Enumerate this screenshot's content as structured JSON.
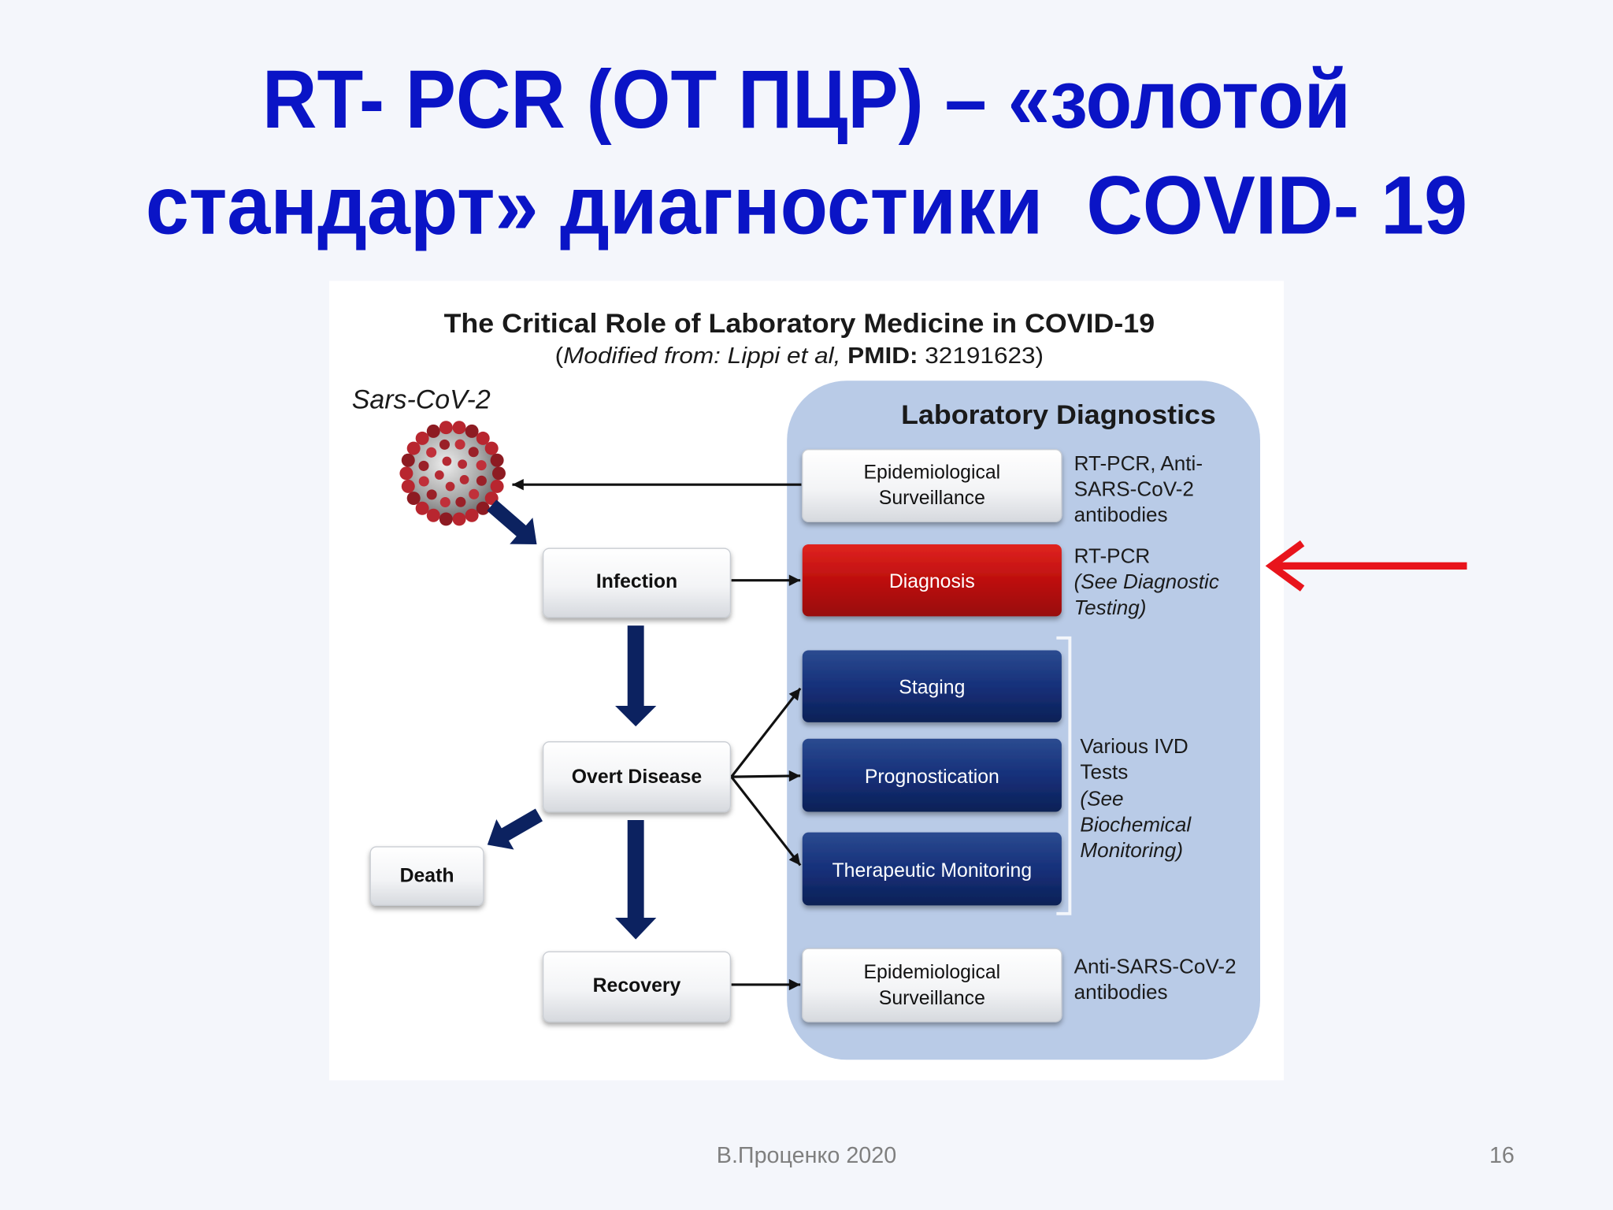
{
  "slide": {
    "title": [
      "RT- PCR (ОТ ПЦР) – «золотой",
      "стандарт» диагностики  COVID- 19"
    ],
    "footer_author": "В.Проценко 2020",
    "page_number": "16",
    "colors": {
      "title": "#0a14c6",
      "highlight_arrow": "#e8141c",
      "background": "#f4f6fb"
    }
  },
  "figure": {
    "title": "The Critical Role of Laboratory Medicine in COVID-19",
    "source": {
      "open": "(",
      "italic": "Modified from: Lippi et al,",
      "bold_label": "PMID:",
      "value": "32191623)"
    },
    "pathogen_label": "Sars-CoV-2",
    "course": {
      "infection": "Infection",
      "overt_disease": "Overt Disease",
      "death": "Death",
      "recovery": "Recovery"
    },
    "lab_panel": {
      "title": "Laboratory Diagnostics",
      "surveillance_early": [
        "Epidemiological",
        "Surveillance"
      ],
      "diagnosis": "Diagnosis",
      "staging": "Staging",
      "prognostication": "Prognostication",
      "therapeutic_monitoring": "Therapeutic Monitoring",
      "surveillance_late": [
        "Epidemiological",
        "Surveillance"
      ]
    },
    "notes": {
      "surveillance_early": [
        "RT-PCR, Anti-",
        "SARS-CoV-2",
        "antibodies"
      ],
      "diagnosis": {
        "plain": "RT-PCR",
        "italic": [
          "(See Diagnostic",
          "Testing)"
        ]
      },
      "monitoring": {
        "plain": [
          "Various IVD",
          "Tests"
        ],
        "italic": [
          "(See",
          "Biochemical",
          "Monitoring)"
        ]
      },
      "surveillance_late": [
        "Anti-SARS-CoV-2",
        "antibodies"
      ]
    },
    "colors": {
      "lab_panel": "#b9cbe7",
      "diagnosis_box": "#c0100f",
      "monitoring_boxes": "#132c6b",
      "course_arrows": "#0c2260"
    }
  }
}
